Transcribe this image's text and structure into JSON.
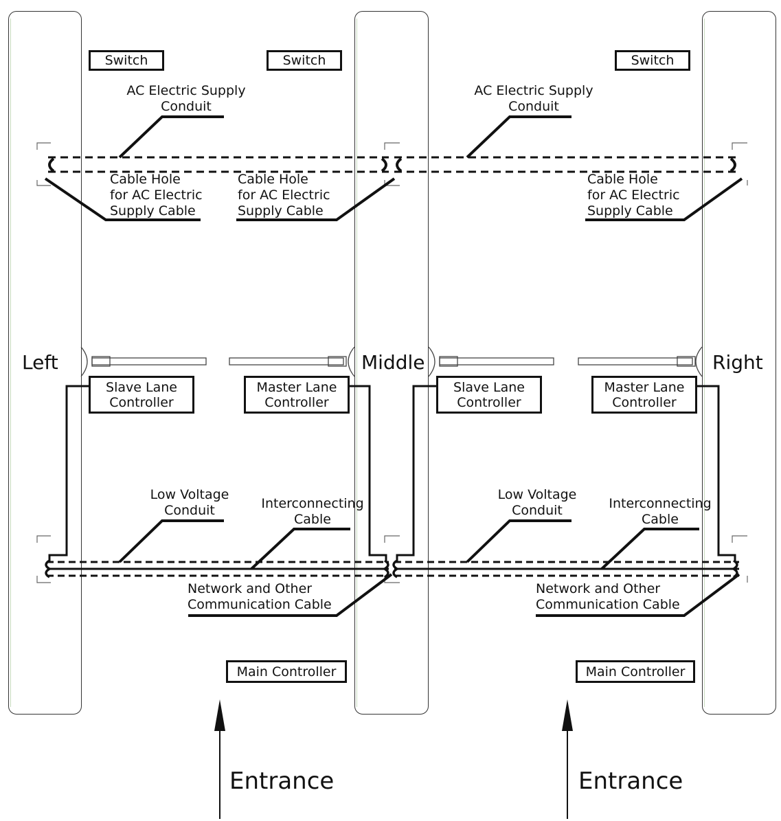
{
  "pillars": {
    "left_label": "Left",
    "middle_label": "Middle",
    "right_label": "Right"
  },
  "boxes": {
    "switch_left": "Switch",
    "switch_middle": "Switch",
    "switch_right": "Switch",
    "slave_lane_left": "Slave Lane\nController",
    "master_lane_left": "Master Lane\nController",
    "slave_lane_right": "Slave Lane\nController",
    "master_lane_right": "Master Lane\nController",
    "main_controller_left": "Main Controller",
    "main_controller_right": "Main Controller"
  },
  "labels": {
    "ac_conduit_left": "AC Electric Supply\nConduit",
    "ac_conduit_right": "AC Electric Supply\nConduit",
    "cable_hole_1": "Cable Hole\nfor AC Electric\nSupply Cable",
    "cable_hole_2": "Cable Hole\nfor AC Electric\nSupply Cable",
    "cable_hole_3": "Cable Hole\nfor AC Electric\nSupply Cable",
    "low_voltage_left": "Low Voltage\nConduit",
    "low_voltage_right": "Low Voltage\nConduit",
    "interconnecting_left": "Interconnecting\nCable",
    "interconnecting_right": "Interconnecting\nCable",
    "network_left": "Network and Other\nCommunication Cable",
    "network_right": "Network and Other\nCommunication Cable",
    "entrance_left": "Entrance",
    "entrance_right": "Entrance"
  }
}
